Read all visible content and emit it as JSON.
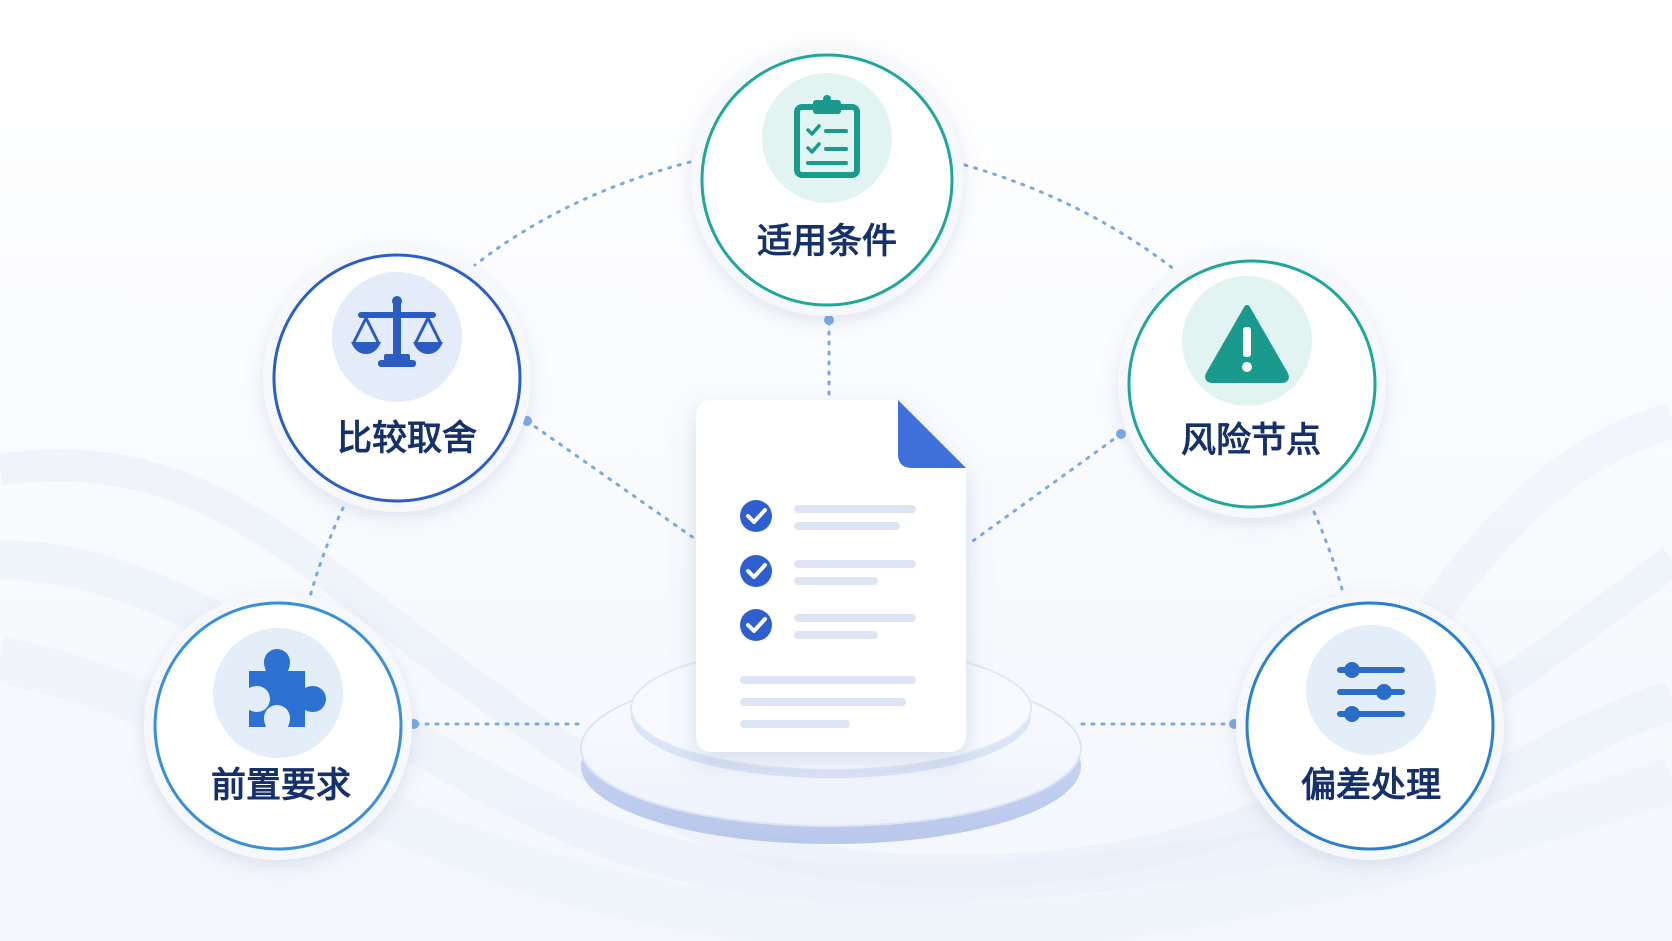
{
  "diagram": {
    "nodes": [
      {
        "id": "applicable-conditions",
        "label": "适用条件",
        "icon": "clipboard-checklist-icon",
        "ring_color": "#1fa79b",
        "icon_color": "#1a9a8d",
        "icon_bg": "#e2f4f1"
      },
      {
        "id": "compare-tradeoff",
        "label": "比较取舍",
        "icon": "balance-scale-icon",
        "ring_color": "#2c5fc4",
        "icon_color": "#2a5cc2",
        "icon_bg": "#e4ecf9"
      },
      {
        "id": "risk-nodes",
        "label": "风险节点",
        "icon": "warning-triangle-icon",
        "ring_color": "#1fa79b",
        "icon_color": "#1a9a8d",
        "icon_bg": "#e2f4f1"
      },
      {
        "id": "prerequisites",
        "label": "前置要求",
        "icon": "puzzle-piece-icon",
        "ring_color": "#3a8fd9",
        "icon_color": "#2d72d2",
        "icon_bg": "#e4eef9"
      },
      {
        "id": "deviation-handling",
        "label": "偏差处理",
        "icon": "sliders-icon",
        "ring_color": "#2b7fd0",
        "icon_color": "#2b6ec8",
        "icon_bg": "#e4eef9"
      }
    ],
    "center": {
      "icon": "checklist-document-icon",
      "accent_color": "#3f6fd8",
      "checked_items": 3
    }
  }
}
